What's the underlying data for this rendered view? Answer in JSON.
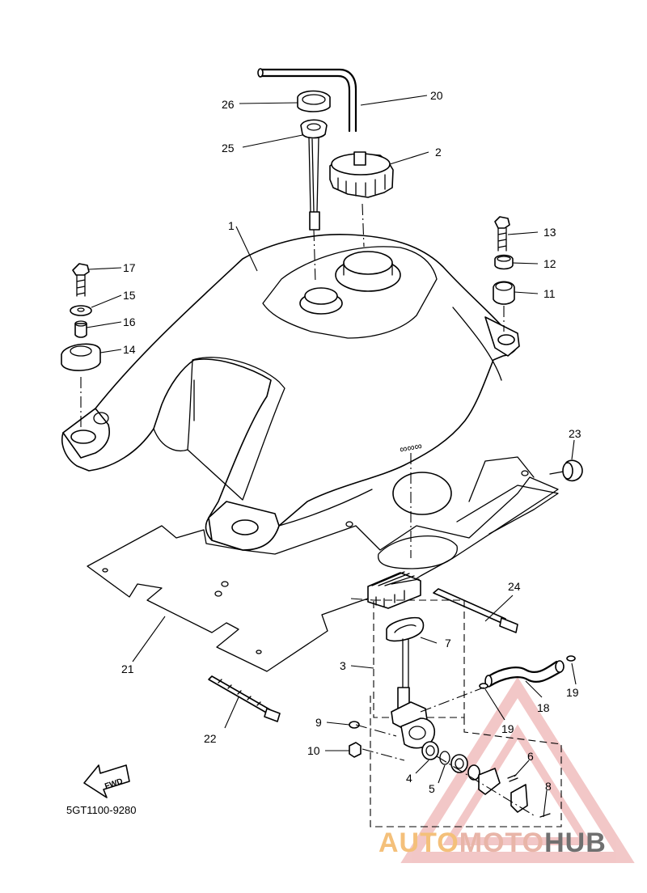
{
  "callouts": {
    "c1": "1",
    "c2": "2",
    "c3": "3",
    "c4": "4",
    "c5": "5",
    "c6": "6",
    "c7": "7",
    "c8": "8",
    "c9": "9",
    "c10": "10",
    "c11": "11",
    "c12": "12",
    "c13": "13",
    "c14": "14",
    "c15": "15",
    "c16": "16",
    "c17": "17",
    "c18": "18",
    "c19a": "19",
    "c19b": "19",
    "c20": "20",
    "c21": "21",
    "c22": "22",
    "c23": "23",
    "c24": "24",
    "c25": "25",
    "c26": "26"
  },
  "reference_code": "5GT1100-9280",
  "fwd_label": "FWD",
  "watermark": {
    "part1": "AUTO",
    "part2": "MOTO",
    "part3": "HUB",
    "color1": "#f4c07a",
    "color2": "#e8b5a8",
    "color3": "#707070",
    "logo_color": "#e89a9a"
  }
}
